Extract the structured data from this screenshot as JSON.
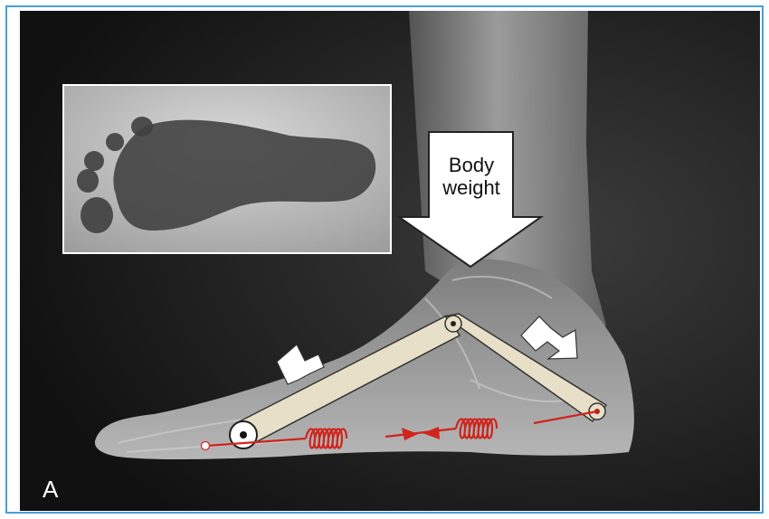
{
  "figure": {
    "panel_label": "A",
    "arrow_label_line1": "Body",
    "arrow_label_line2": "weight",
    "colors": {
      "frame": "#4a9fd8",
      "background_dark": "#1e1e1e",
      "bone": "#b9b9b9",
      "truss_bar": "#e8dfc8",
      "spring": "#d0241c",
      "arrow_fill": "#ffffff",
      "inset_bg": "#c4c4c4",
      "footprint": "#3f3f3f"
    },
    "icons": [
      "body-weight-arrow",
      "spread-arrow-left",
      "spread-arrow-right",
      "truss-bar",
      "tension-spring",
      "pivot-joint",
      "footprint-inset"
    ]
  }
}
